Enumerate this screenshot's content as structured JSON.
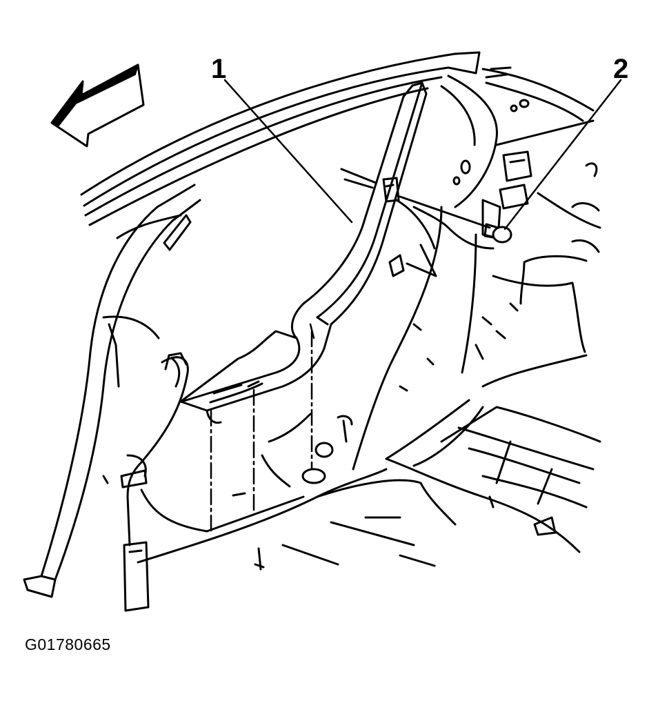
{
  "callouts": [
    {
      "label": "1"
    },
    {
      "label": "2"
    }
  ],
  "figure_id": "G01780665",
  "colors": {
    "ink": "#000000",
    "paper": "#ffffff"
  },
  "icons": {
    "direction": "forward-arrow-icon"
  }
}
